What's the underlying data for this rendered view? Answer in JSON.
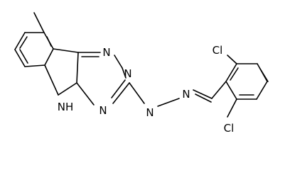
{
  "molecule": {
    "labels": {
      "n1": "N",
      "n2": "N",
      "n4": "N",
      "nh": "NH",
      "hz_n1": "N",
      "hz_n2": "N",
      "cl_top": "Cl",
      "cl_bottom": "Cl"
    }
  }
}
